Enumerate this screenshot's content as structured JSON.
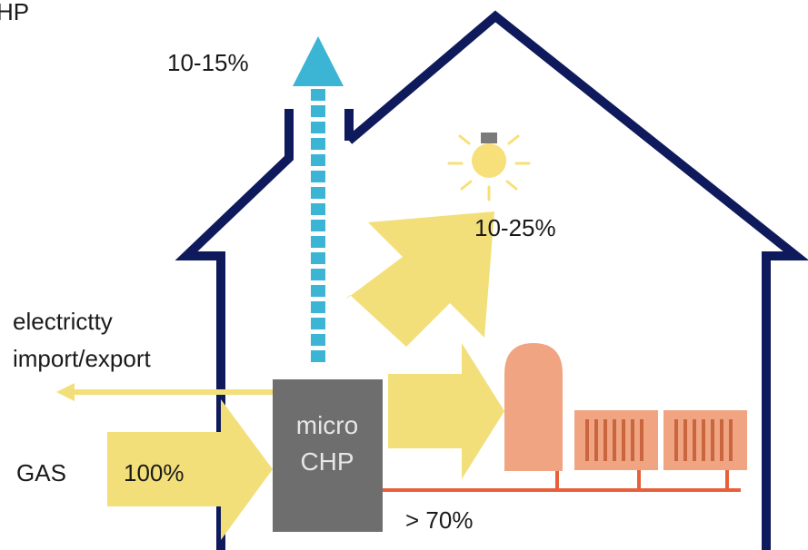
{
  "title_fragment": "HP",
  "labels": {
    "flue": "10-15%",
    "electricity_pct": "10-25%",
    "electricity_line1": "electrictty",
    "electricity_line2": "import/export",
    "gas": "GAS",
    "gas_pct": "100%",
    "unit_line1": "micro",
    "unit_line2": "CHP",
    "heat_pct": "> 70%"
  },
  "colors": {
    "house_outline": "#0f1a5c",
    "arrow_fill": "#f3df7a",
    "flue_arrow": "#3bb5d3",
    "chp_unit": "#6e6e6e",
    "boiler": "#f0a482",
    "radiator_fins": "#c9663f",
    "pipe": "#e8603a",
    "bulb": "#f7e07a",
    "bulb_cap": "#7a7a7a"
  },
  "icons": {
    "bulb": "light-bulb-icon",
    "boiler": "hot-water-cylinder-icon",
    "radiator": "radiator-icon"
  }
}
